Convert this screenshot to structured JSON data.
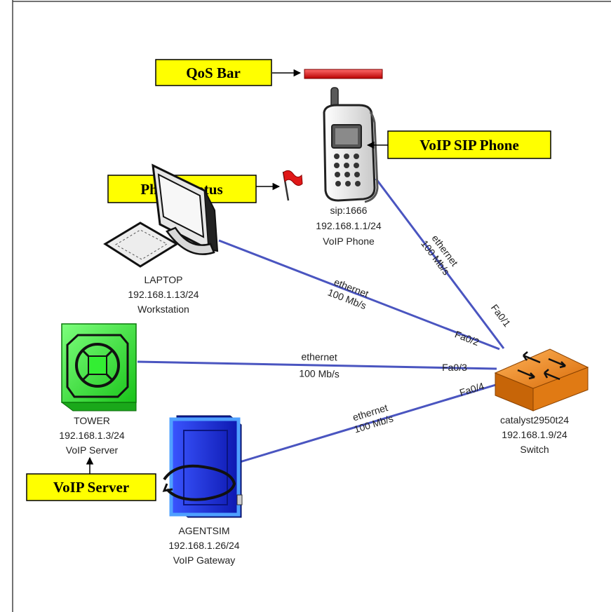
{
  "colors": {
    "link": "#4a55c0",
    "callout_fill": "#ffff00",
    "qos_bar": "#e01818",
    "tower_fill": "#33ee33",
    "gateway_fill": "#1a2ee0",
    "switch_fill": "#f08a1c"
  },
  "callouts": {
    "qos_bar": "QoS Bar",
    "sip_phone": "VoIP SIP Phone",
    "phone_status": "Phone Status",
    "voip_server": "VoIP Server"
  },
  "nodes": {
    "phone": {
      "icon": "cell-phone-icon",
      "name": "sip:1666",
      "ip": "192.168.1.1/24",
      "role": "VoIP Phone"
    },
    "laptop": {
      "icon": "workstation-icon",
      "name": "LAPTOP",
      "ip": "192.168.1.13/24",
      "role": "Workstation"
    },
    "tower": {
      "icon": "server-tower-icon",
      "name": "TOWER",
      "ip": "192.168.1.3/24",
      "role": "VoIP Server"
    },
    "agentsim": {
      "icon": "gateway-server-icon",
      "name": "AGENTSIM",
      "ip": "192.168.1.26/24",
      "role": "VoIP Gateway"
    },
    "switch": {
      "icon": "switch-icon",
      "name": "catalyst2950t24",
      "ip": "192.168.1.9/24",
      "role": "Switch"
    }
  },
  "links": {
    "phone": {
      "medium": "ethernet",
      "speed": "100 Mb/s",
      "port": "Fa0/1"
    },
    "laptop": {
      "medium": "ethernet",
      "speed": "100 Mb/s",
      "port": "Fa0/2"
    },
    "tower": {
      "medium": "ethernet",
      "speed": "100 Mb/s",
      "port": "Fa0/3"
    },
    "agentsim": {
      "medium": "ethernet",
      "speed": "100 Mb/s",
      "port": "Fa0/4"
    }
  },
  "status_flag": {
    "icon": "red-flag-icon"
  }
}
